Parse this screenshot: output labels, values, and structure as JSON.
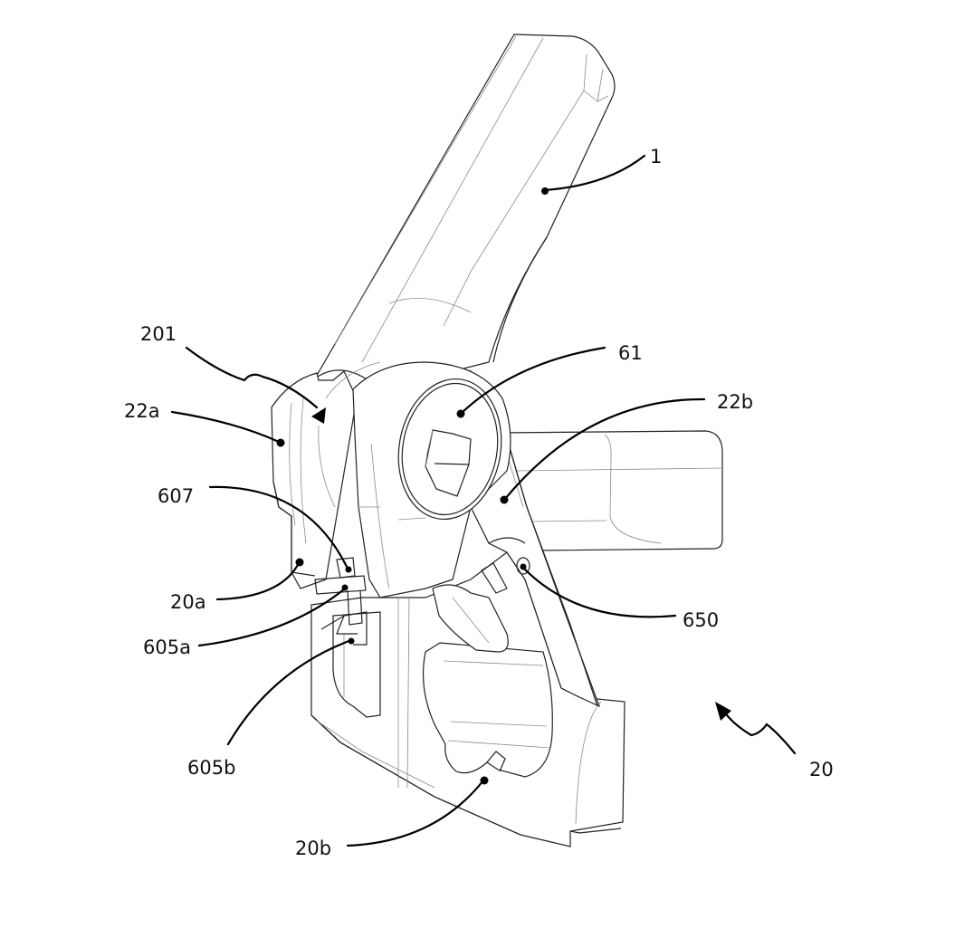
{
  "figure": {
    "description": "Patent line drawing of a lever assembly (isometric view)",
    "reference_labels": [
      {
        "id": "1",
        "text": "1",
        "part": "lever handle"
      },
      {
        "id": "201",
        "text": "201",
        "part": "rotation direction arrow"
      },
      {
        "id": "22a",
        "text": "22a",
        "part": "first side plate"
      },
      {
        "id": "61",
        "text": "61",
        "part": "pivot bolt / hex head"
      },
      {
        "id": "22b",
        "text": "22b",
        "part": "second side plate"
      },
      {
        "id": "607",
        "text": "607",
        "part": "detent element"
      },
      {
        "id": "20a",
        "text": "20a",
        "part": "first housing part"
      },
      {
        "id": "650",
        "text": "650",
        "part": "pin hole"
      },
      {
        "id": "605a",
        "text": "605a",
        "part": "upper locking surface"
      },
      {
        "id": "605b",
        "text": "605b",
        "part": "lower locking surface"
      },
      {
        "id": "20",
        "text": "20",
        "part": "assembly (arrow)"
      },
      {
        "id": "20b",
        "text": "20b",
        "part": "second housing part"
      }
    ]
  }
}
